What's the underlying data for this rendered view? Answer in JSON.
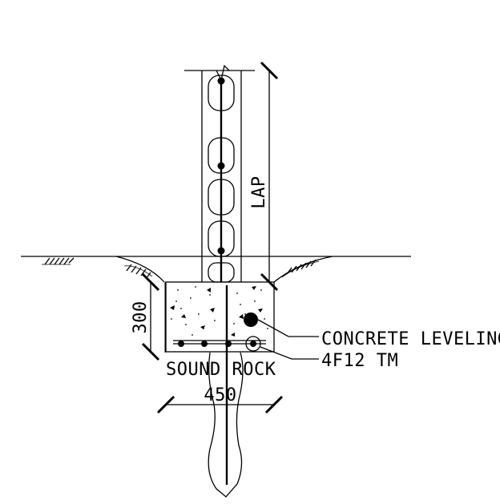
{
  "labels": {
    "lap": "LAP",
    "depth": "300",
    "width": "450",
    "concrete_leveling": "CONCRETE LEVELING",
    "reinforcement": "4F12 TM",
    "sound_rock": "SOUND ROCK"
  },
  "colors": {
    "line": "#000000",
    "background": "#ffffff"
  }
}
